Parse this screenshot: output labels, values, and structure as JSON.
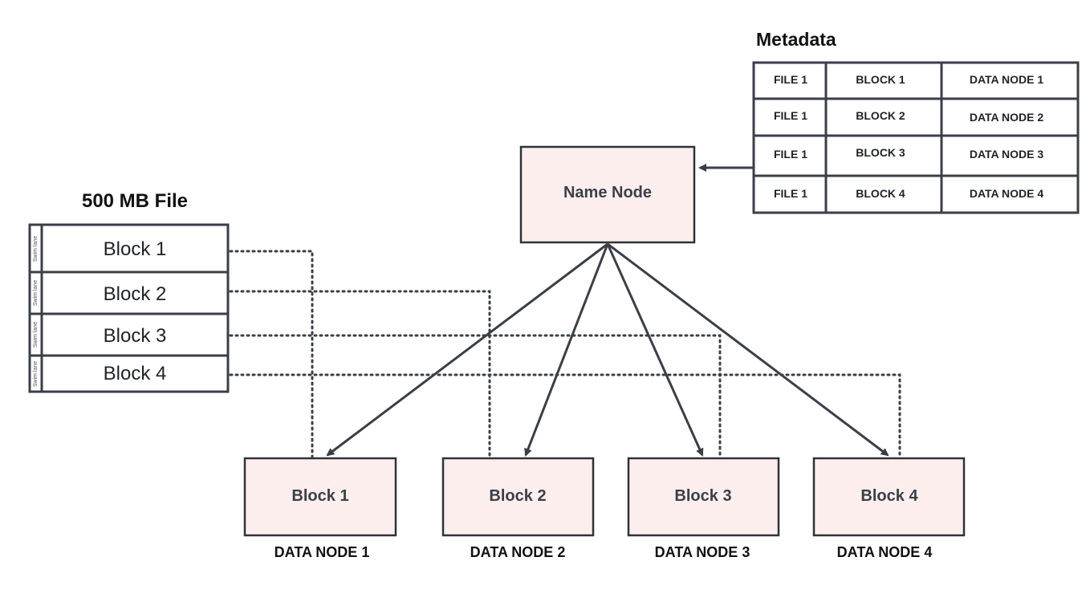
{
  "file": {
    "title": "500 MB File",
    "lane_label": "Swim lane",
    "blocks": [
      "Block 1",
      "Block 2",
      "Block 3",
      "Block 4"
    ]
  },
  "metadata": {
    "title": "Metadata",
    "rows": [
      [
        "FILE 1",
        "BLOCK 1",
        "DATA NODE 1"
      ],
      [
        "FILE 1",
        "BLOCK 2",
        "DATA NODE 2"
      ],
      [
        "FILE 1",
        "BLOCK 3",
        "DATA NODE 3"
      ],
      [
        "FILE 1",
        "BLOCK 4",
        "DATA NODE 4"
      ]
    ]
  },
  "name_node": {
    "label": "Name Node"
  },
  "data_nodes": [
    {
      "block": "Block 1",
      "name": "DATA NODE 1"
    },
    {
      "block": "Block 2",
      "name": "DATA NODE 2"
    },
    {
      "block": "Block 3",
      "name": "DATA NODE 3"
    },
    {
      "block": "Block 4",
      "name": "DATA NODE 4"
    }
  ],
  "colors": {
    "node_fill": "#fdeeee",
    "stroke": "#3a3f47"
  }
}
